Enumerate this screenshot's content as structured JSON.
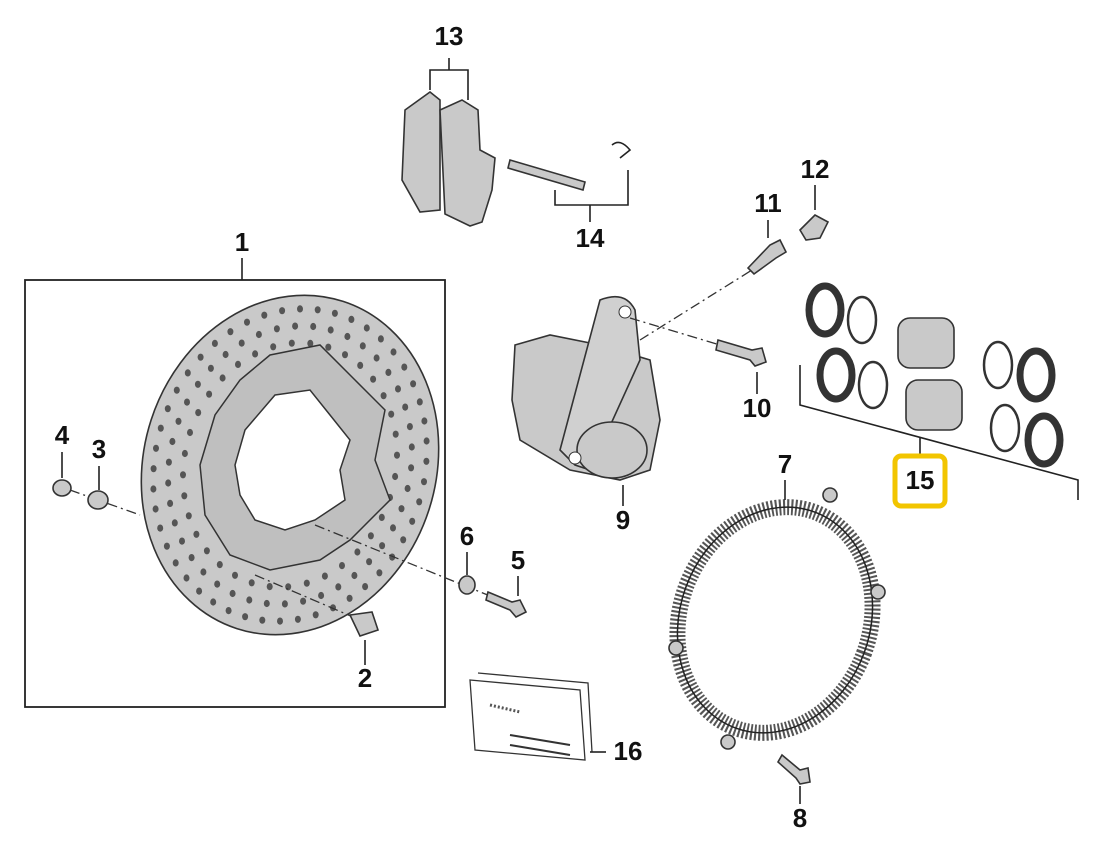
{
  "diagram": {
    "callouts": [
      "1",
      "2",
      "3",
      "4",
      "5",
      "6",
      "7",
      "8",
      "9",
      "10",
      "11",
      "12",
      "13",
      "14",
      "15",
      "16"
    ],
    "highlighted": "15",
    "highlight_color": "#F2C500"
  }
}
